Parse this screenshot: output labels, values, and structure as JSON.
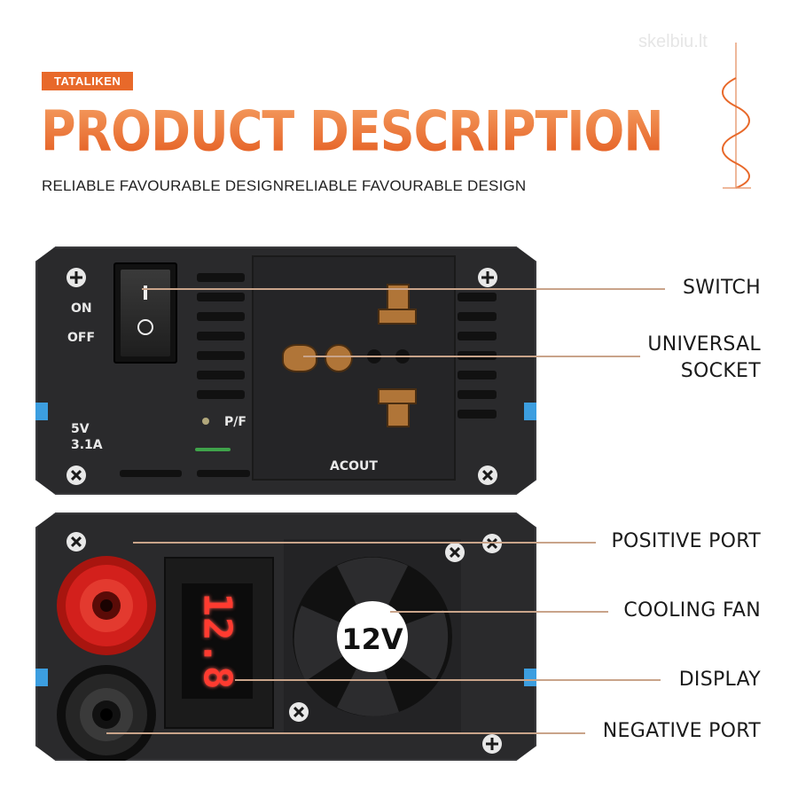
{
  "header": {
    "brand": "TATALIKEN",
    "title": "PRODUCT DESCRIPTION",
    "subtitle": "RELIABLE FAVOURABLE DESIGNRELIABLE FAVOURABLE DESIGN",
    "watermark": "skelbiu.lt"
  },
  "top_panel": {
    "switch_on": "ON",
    "switch_off": "OFF",
    "usb_voltage": "5V",
    "usb_current": "3.1A",
    "pf_label": "P/F",
    "ac_out": "ACOUT"
  },
  "bottom_panel": {
    "display_value": "12.8",
    "fan_label": "12V"
  },
  "callouts": {
    "switch": "SWITCH",
    "universal_socket_1": "UNIVERSAL",
    "universal_socket_2": "SOCKET",
    "positive_port": "POSITIVE PORT",
    "cooling_fan": "COOLING FAN",
    "display": "DISPLAY",
    "negative_port": "NEGATIVE PORT"
  },
  "colors": {
    "accent": "#e8692a",
    "panel": "#2a2a2c",
    "led_digits": "#ff3b30",
    "positive_terminal": "#d3201c",
    "negative_terminal": "#1c1c1c",
    "callout_line": "#c9a48a"
  }
}
